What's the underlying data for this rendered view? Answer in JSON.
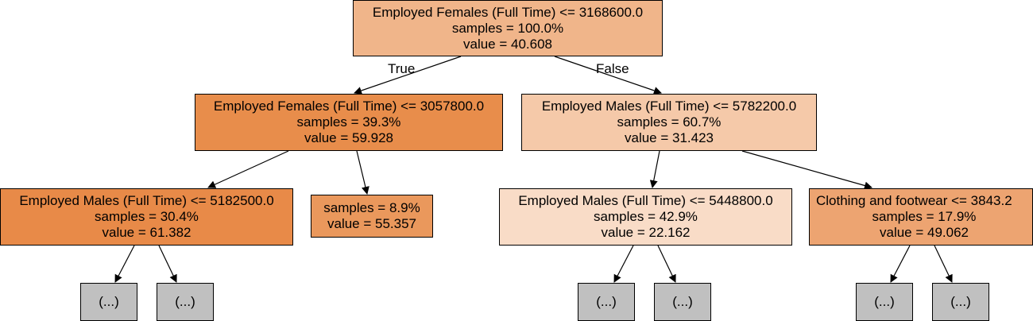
{
  "colors": {
    "root": "#f0b58a",
    "left": "#e88d4b",
    "left_left": "#e88a48",
    "left_right": "#ea985c",
    "right": "#f5c9a9",
    "right_left": "#f9dcc7",
    "right_right": "#eda471",
    "collapsed": "#c0c0c0"
  },
  "nodes": {
    "root": {
      "line1": "Employed Females (Full Time) <= 3168600.0",
      "line2": "samples = 100.0%",
      "line3": "value = 40.608"
    },
    "left": {
      "line1": "Employed Females (Full Time) <= 3057800.0",
      "line2": "samples = 39.3%",
      "line3": "value = 59.928"
    },
    "left_left": {
      "line1": "Employed Males (Full Time) <= 5182500.0",
      "line2": "samples = 30.4%",
      "line3": "value = 61.382"
    },
    "left_right": {
      "line1": "samples = 8.9%",
      "line2": "value = 55.357"
    },
    "right": {
      "line1": "Employed Males (Full Time) <= 5782200.0",
      "line2": "samples = 60.7%",
      "line3": "value = 31.423"
    },
    "right_left": {
      "line1": "Employed Males (Full Time) <= 5448800.0",
      "line2": "samples = 42.9%",
      "line3": "value = 22.162"
    },
    "right_right": {
      "line1": "Clothing and footwear <= 3843.2",
      "line2": "samples = 17.9%",
      "line3": "value = 49.062"
    }
  },
  "collapsed_label": "(...)",
  "edge_labels": {
    "true": "True",
    "false": "False"
  }
}
